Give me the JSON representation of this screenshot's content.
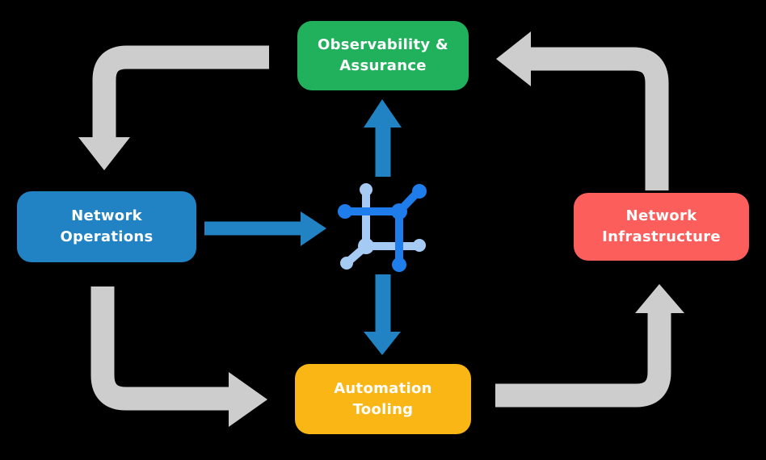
{
  "diagram": {
    "nodes": {
      "observability": {
        "line1": "Observability &",
        "line2": "Assurance",
        "color": "#21B05B"
      },
      "operations": {
        "line1": "Network",
        "line2": "Operations",
        "color": "#2183C4"
      },
      "infrastructure": {
        "line1": "Network",
        "line2": "Infrastructure",
        "color": "#FC5E5C"
      },
      "automation": {
        "line1": "Automation",
        "line2": "Tooling",
        "color": "#F9B614"
      }
    },
    "colors": {
      "background": "#000000",
      "arrow_gray": "#CDCDCD",
      "arrow_blue": "#2183C4",
      "icon_dark_blue": "#1E7CEB",
      "icon_light_blue": "#A5CBF5",
      "text": "#FFFFFF"
    },
    "icons": {
      "center": "network-mesh-icon"
    }
  }
}
